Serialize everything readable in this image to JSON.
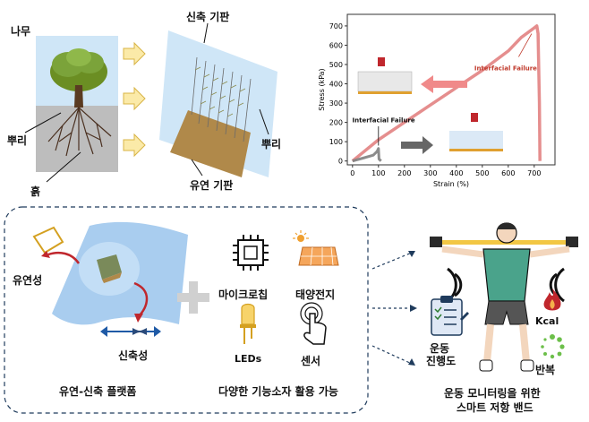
{
  "top_left": {
    "tree_label": "나무",
    "root_label": "뿌리",
    "soil_label": "흙",
    "stretch_substrate_label": "신축 기판",
    "flex_substrate_label": "유연 기판",
    "root_label_2": "뿌리"
  },
  "chart_data": {
    "type": "line",
    "xlabel": "Strain (%)",
    "ylabel": "Stress (kPa)",
    "xlim": [
      -20,
      780
    ],
    "ylim": [
      -20,
      760
    ],
    "xticks": [
      "0",
      "100",
      "200",
      "300",
      "400",
      "500",
      "600",
      "700"
    ],
    "yticks": [
      "0",
      "100",
      "200",
      "300",
      "400",
      "500",
      "600",
      "700"
    ],
    "series": [
      {
        "color": "#e07a7a",
        "x": [
          0,
          100,
          200,
          300,
          400,
          500,
          600,
          650,
          700,
          710,
          715,
          720,
          722
        ],
        "y": [
          0,
          110,
          200,
          290,
          380,
          470,
          570,
          640,
          690,
          700,
          660,
          300,
          0
        ]
      },
      {
        "color": "#808080",
        "x": [
          0,
          40,
          80,
          95,
          100,
          102,
          110
        ],
        "y": [
          0,
          15,
          30,
          50,
          65,
          10,
          0
        ]
      }
    ],
    "annotations": [
      {
        "text": "Interfacial Failure",
        "x": 590,
        "y": 470,
        "color": "#c0392b"
      },
      {
        "text": "Interfacial Failure",
        "x": 120,
        "y": 200,
        "color": "#111111"
      }
    ]
  },
  "bottom_left": {
    "flex_label": "유연성",
    "stretch_label": "신축성",
    "platform_label": "유연-신축 플랫폼",
    "micro_chip_label": "마이크로칩",
    "solar_label": "태양전지",
    "led_label": "LEDs",
    "sensor_label": "센서",
    "functions_label": "다양한 기능소자 활용 가능"
  },
  "bottom_right": {
    "exercise_label_1": "운동",
    "exercise_label_2": "진행도",
    "kcal_label": "Kcal",
    "repeat_label": "반복",
    "band_title_1": "운동 모니터링을 위한",
    "band_title_2": "스마트 저항 밴드"
  }
}
